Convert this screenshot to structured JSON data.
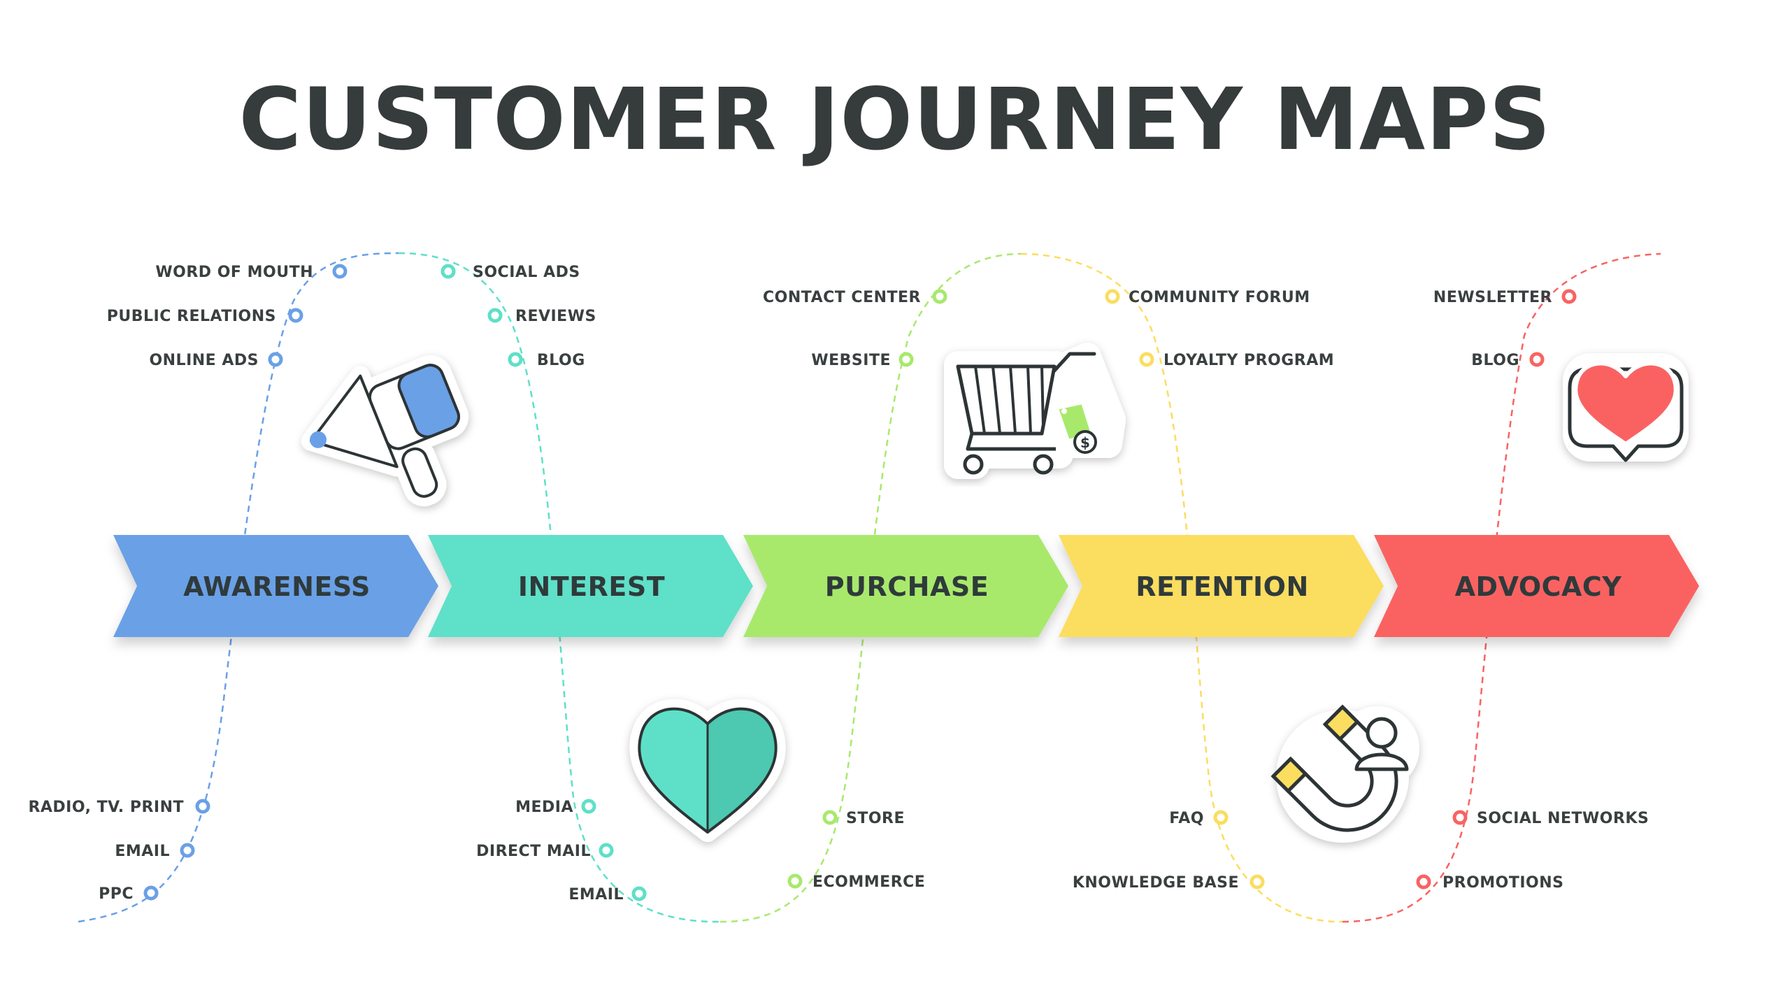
{
  "title": "CUSTOMER JOURNEY MAPS",
  "colors": {
    "awareness": "#6aa0e6",
    "interest": "#5ee0c8",
    "purchase": "#a8e96c",
    "retention": "#fbdd5f",
    "advocacy": "#fa6262",
    "text": "#363b3c"
  },
  "stages": [
    {
      "label": "AWARENESS",
      "icon": "megaphone-icon"
    },
    {
      "label": "INTEREST",
      "icon": "heart-icon"
    },
    {
      "label": "PURCHASE",
      "icon": "shopping-cart-icon"
    },
    {
      "label": "RETENTION",
      "icon": "magnet-icon"
    },
    {
      "label": "ADVOCACY",
      "icon": "heart-speech-bubble-icon"
    }
  ],
  "touchpoints": {
    "awareness_top": [
      "WORD OF MOUTH",
      "PUBLIC RELATIONS",
      "ONLINE ADS"
    ],
    "awareness_bottom": [
      "RADIO, TV. PRINT",
      "EMAIL",
      "PPC"
    ],
    "interest_top": [
      "SOCIAL ADS",
      "REVIEWS",
      "BLOG"
    ],
    "interest_bottom": [
      "MEDIA",
      "DIRECT MAIL",
      "EMAIL"
    ],
    "purchase_top": [
      "CONTACT CENTER",
      "WEBSITE"
    ],
    "purchase_bottom": [
      "STORE",
      "ECOMMERCE"
    ],
    "retention_top": [
      "COMMUNITY FORUM",
      "LOYALTY PROGRAM"
    ],
    "retention_bottom": [
      "FAQ",
      "KNOWLEDGE BASE"
    ],
    "advocacy_top": [
      "NEWSLETTER",
      "BLOG"
    ],
    "advocacy_bottom": [
      "SOCIAL NETWORKS",
      "PROMOTIONS"
    ]
  }
}
